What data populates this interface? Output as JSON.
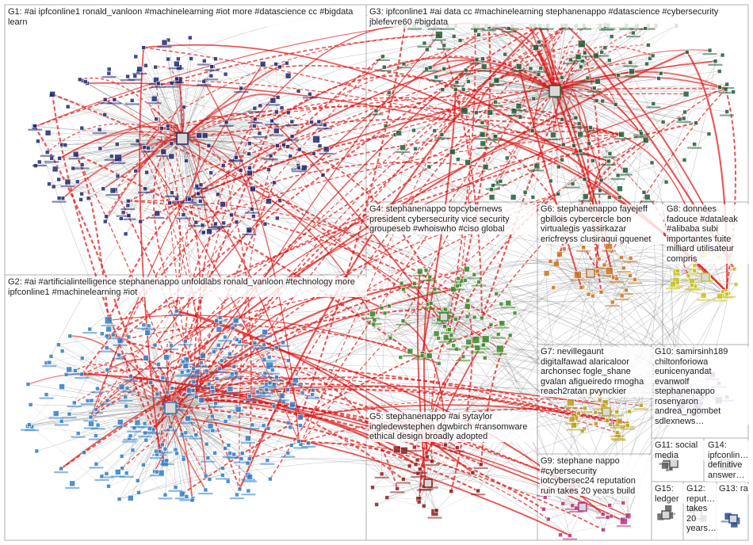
{
  "groups": [
    {
      "id": "G1",
      "label": "G1: #ai ipfconline1 ronald_vanloon #machinelearning #iot more #datascience cc #bigdata learn",
      "color": "#1f2a6e"
    },
    {
      "id": "G2",
      "label": "G2: #ai #artificialintelligence stephanenappo unfoldlabs ronald_vanloon #technology more ipfconline1 #machinelearning #iot",
      "color": "#2f7fc4"
    },
    {
      "id": "G3",
      "label": "G3: ipfconline1 #ai data cc #machinelearning stephanenappo #datascience #cybersecurity jblefevre60 #bigdata",
      "color": "#1e5e3a"
    },
    {
      "id": "G4",
      "label": "G4: stephanenappo topcybernews president cybersecurity vice security groupeseb #whoiswho #ciso global",
      "color": "#3a8a2c"
    },
    {
      "id": "G5",
      "label": "G5: stephanenappo #ai sytaylor ingledewstephen dgwbirch #ransomware ethical design broadly adopted",
      "color": "#8c1c1c"
    },
    {
      "id": "G6",
      "label": "G6: stephanenappo fayejeff gbillois cybercercle bon virtualegis yassirkazar ericfreyss clusiraqui gquenet",
      "color": "#c87620"
    },
    {
      "id": "G7",
      "label": "G7: nevillegaunt digitalfawad alaricaloor archonsec fogle_shane gvalan afigueiredo rmogha reach2ratan pvynckier",
      "color": "#b8a11a"
    },
    {
      "id": "G8",
      "label": "G8: données fadouce #dataleak #alibaba subi importantes fuite milliard utilisateur compris",
      "color": "#c9c21c"
    },
    {
      "id": "G9",
      "label": "G9: stephane nappo #cybersecurity iotcybersec24 reputation ruin takes 20 years build",
      "color": "#b5337a"
    },
    {
      "id": "G10",
      "label": "G10: samirsinh189 chiltonforiowa eunicenyandat evanwolf stephanenappo rosenyaron andrea_ngombet sdlexnews…",
      "color": "#7a3f9a"
    },
    {
      "id": "G11",
      "label": "G11: social media",
      "color": "#5a5a5a"
    },
    {
      "id": "G12",
      "label": "G12: reput… takes 20 years…",
      "color": "#5a5a5a"
    },
    {
      "id": "G13",
      "label": "G13: ra",
      "color": "#2a4a8a"
    },
    {
      "id": "G14",
      "label": "G14: ipfconlin… definitive answer…",
      "color": "#5a5a5a"
    },
    {
      "id": "G15",
      "label": "G15: ledger",
      "color": "#5a5a5a"
    }
  ],
  "edge_colors": {
    "cross_group": "#e01010",
    "within_group": "#8a8a8a"
  }
}
